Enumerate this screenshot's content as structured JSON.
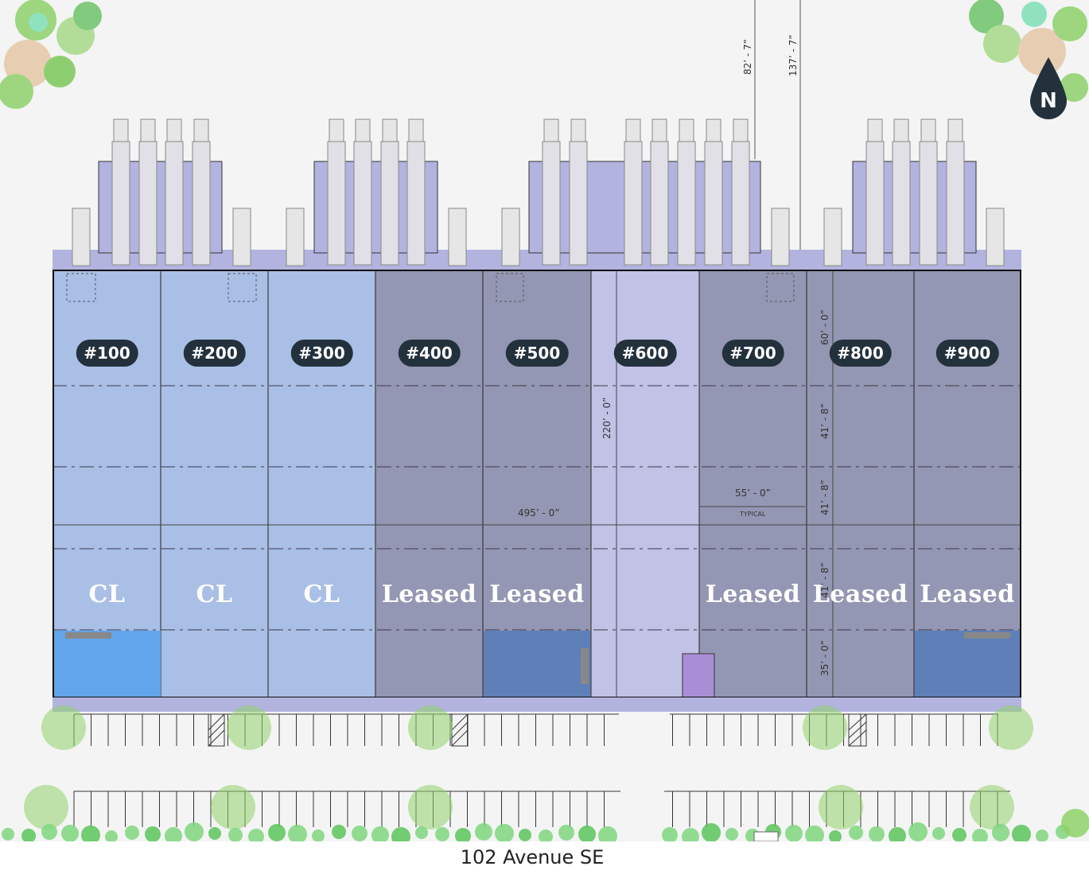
{
  "street": "102 Avenue SE",
  "north_label": "N",
  "units": [
    {
      "id": "#100",
      "status": "CL",
      "color": "#aabfe6"
    },
    {
      "id": "#200",
      "status": "CL",
      "color": "#aabfe6"
    },
    {
      "id": "#300",
      "status": "CL",
      "color": "#aabfe6"
    },
    {
      "id": "#400",
      "status": "Leased",
      "color": "#9497b3"
    },
    {
      "id": "#500",
      "status": "Leased",
      "color": "#9497b3"
    },
    {
      "id": "#600",
      "status": "",
      "color": "#c2c1e6"
    },
    {
      "id": "#700",
      "status": "Leased",
      "color": "#9497b3"
    },
    {
      "id": "#800",
      "status": "Leased",
      "color": "#9497b3"
    },
    {
      "id": "#900",
      "status": "Leased",
      "color": "#9497b3"
    }
  ],
  "dimensions": {
    "building_length": "495’ - 0”",
    "building_depth": "220’ - 0”",
    "bay_width": "55’ - 0”",
    "bay_width_note": "TYPICAL",
    "truck_court_1": "82’ - 7”",
    "truck_court_2": "137’ - 7”",
    "bay_depth_1": "60’ - 0”",
    "bay_depth_2": "41’ - 8”",
    "bay_depth_3": "41’ - 8”",
    "bay_depth_4": "41’ - 8”",
    "bay_depth_5": "35’ - 0”"
  },
  "colors": {
    "available": "#aabfe6",
    "leased": "#9497b3",
    "office_blue": "#5e7fb8",
    "office_bright": "#62a5ea",
    "dock_apron": "#b3b3e0",
    "tree_green": "#8fd16a",
    "badge": "#23313d"
  }
}
